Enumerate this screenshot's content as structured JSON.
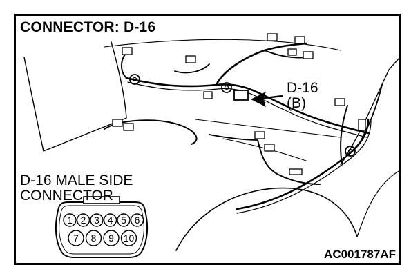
{
  "title": "CONNECTOR: D-16",
  "callout": {
    "line1": "D-16",
    "line2": "(B)"
  },
  "connector_label": {
    "line1": "D-16 MALE SIDE",
    "line2": "CONNECTOR"
  },
  "pins_top": [
    "1",
    "2",
    "3",
    "4",
    "5",
    "6"
  ],
  "pins_bottom": [
    "7",
    "8",
    "9",
    "10"
  ],
  "figure_code": "AC001787AF"
}
